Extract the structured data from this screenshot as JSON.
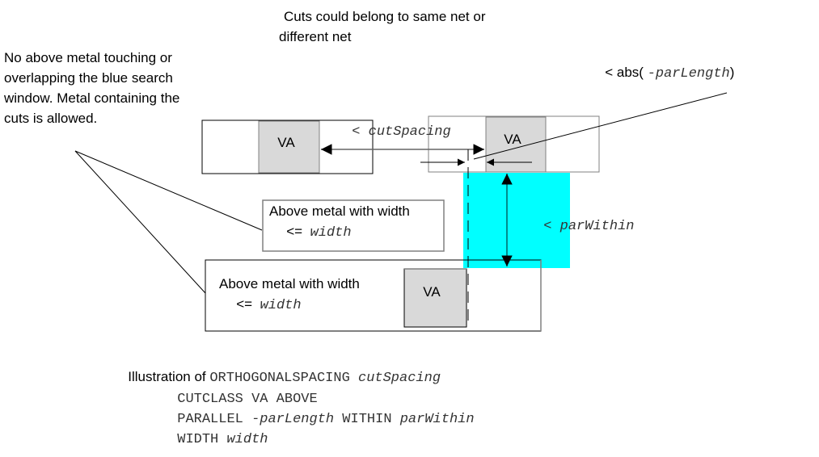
{
  "notes": {
    "cuts_note": [
      "Cuts could belong to same net or",
      "different net"
    ],
    "metal_note": [
      "No above metal touching or",
      "overlapping the blue search",
      "window. Metal containing the",
      "cuts is allowed."
    ]
  },
  "labels": {
    "cut_spacing_prefix": "< ",
    "cut_spacing_var": "cutSpacing",
    "abs_prefix": "< abs( ",
    "abs_var": "-parLength",
    "abs_suffix": ")",
    "par_within_prefix": "< ",
    "par_within_var": "parWithin"
  },
  "shapes": {
    "cut_left": "VA",
    "cut_right": "VA",
    "cut_bottom": "VA",
    "small_metal": {
      "line1": "Above metal with width",
      "line2_prefix": "<=  ",
      "line2_var": "width"
    },
    "large_metal": {
      "line1": "Above metal with width",
      "line2_prefix": "<=  ",
      "line2_var": "width"
    }
  },
  "caption": {
    "intro": "Illustration of ",
    "line1_kw": "ORTHOGONALSPACING ",
    "line1_var": "cutSpacing",
    "line2_kw": "CUTCLASS VA ABOVE",
    "line3_kw1": "PARALLEL ",
    "line3_var1": "-parLength",
    "line3_kw2": " WITHIN ",
    "line3_var2": "parWithin",
    "line4_kw": "WIDTH ",
    "line4_var": "width"
  },
  "colors": {
    "search_window": "#00ffff",
    "cut_fill": "#d9d9d9",
    "metal_border": "#000000",
    "gray_border": "#808080"
  }
}
